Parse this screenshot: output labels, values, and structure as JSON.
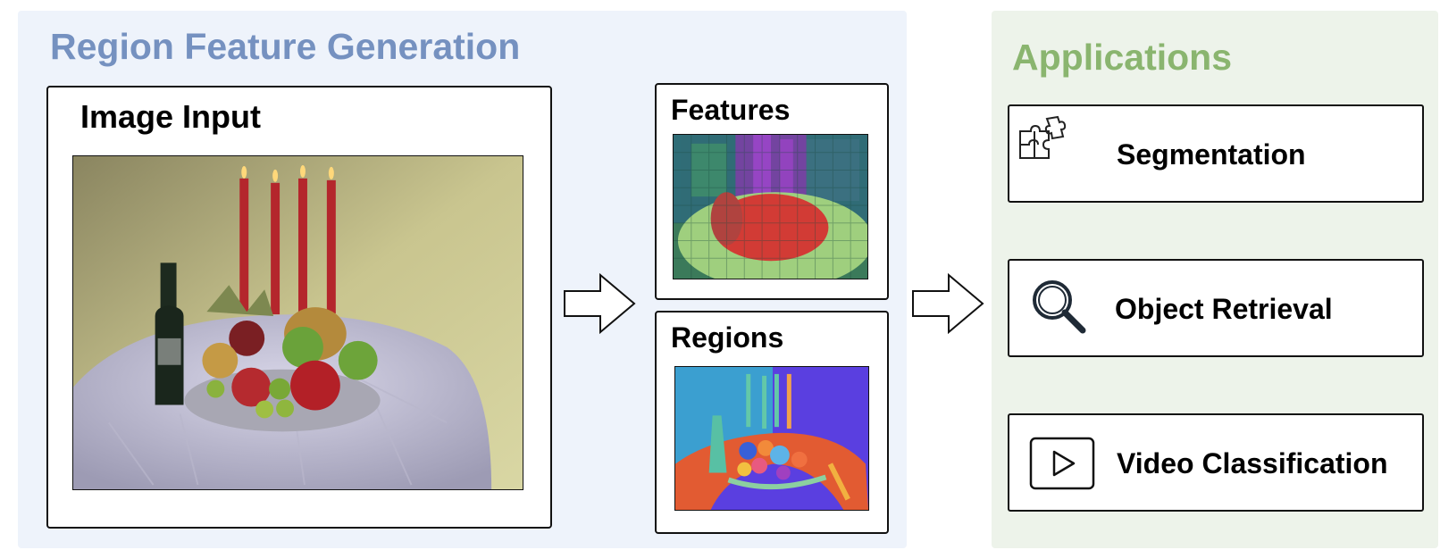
{
  "sections": {
    "generation_title": "Region Feature Generation",
    "applications_title": "Applications"
  },
  "boxes": {
    "image_input": "Image Input",
    "features": "Features",
    "regions": "Regions"
  },
  "applications": [
    {
      "label": "Segmentation",
      "icon": "puzzle-icon"
    },
    {
      "label": "Object Retrieval",
      "icon": "magnifier-icon"
    },
    {
      "label": "Video Classification",
      "icon": "play-icon"
    }
  ],
  "colors": {
    "generation_panel": "#eef3fb",
    "generation_title": "#7591c0",
    "applications_panel": "#edf3ea",
    "applications_title": "#8ab56f"
  }
}
